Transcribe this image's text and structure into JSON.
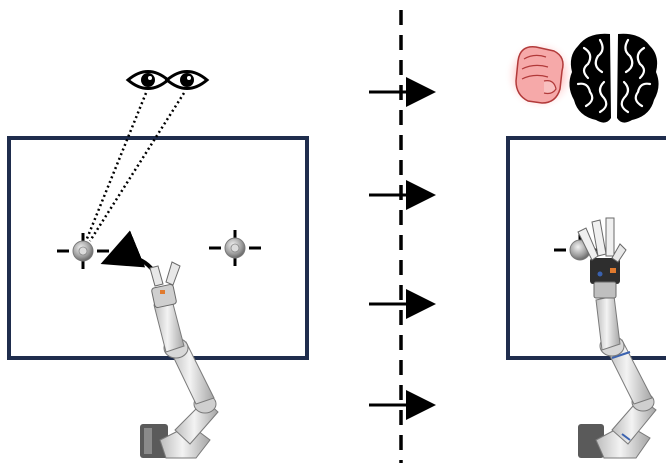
{
  "figure": {
    "description_free": true,
    "colors": {
      "frame": "#1f2d4d",
      "ink": "#000000",
      "robot_body": "#d9d9d9",
      "robot_shadow": "#9a9a9a",
      "robot_dark": "#4a4a4a",
      "hand_glow": "#ff6b6b",
      "hand_fill": "#f7b0b0",
      "target_gray": "#8a8a8a",
      "gripper_orange": "#e07a2e",
      "gripper_blue": "#3a62b0"
    },
    "icons": [
      "eye-icon",
      "hand-fist-icon",
      "brain-icon",
      "crosshair-target-icon",
      "robot-arm-icon",
      "curved-arrow-icon",
      "right-arrow-icon"
    ],
    "left_panel": {
      "targets": 2,
      "eyes": 2,
      "selected_target": 1
    },
    "transition": {
      "arrows": 4,
      "divider": "dashed"
    },
    "right_panel": {
      "targets": 1,
      "signals": [
        "hand-fist-icon",
        "brain-icon"
      ]
    }
  }
}
